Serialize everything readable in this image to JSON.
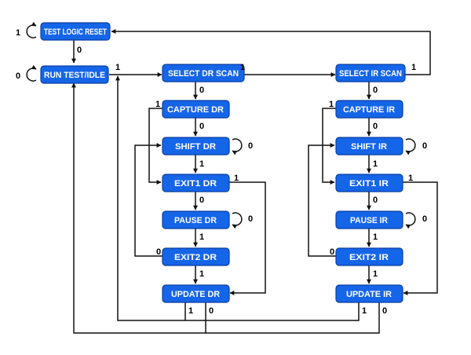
{
  "states": {
    "tlr": "TEST LOGIC RESET",
    "rti": "RUN TEST/IDLE",
    "sdr": "SELECT DR SCAN",
    "cdr": "CAPTURE DR",
    "shdr": "SHIFT DR",
    "e1dr": "EXIT1 DR",
    "pdr": "PAUSE DR",
    "e2dr": "EXIT2 DR",
    "udr": "UPDATE DR",
    "sir": "SELECT IR SCAN",
    "cir": "CAPTURE IR",
    "shir": "SHIFT IR",
    "e1ir": "EXIT1 IR",
    "pir": "PAUSE IR",
    "e2ir": "EXIT2 IR",
    "uir": "UPDATE IR"
  },
  "labels": {
    "tlr_self": "1",
    "tlr_rti": "0",
    "rti_self": "0",
    "rti_sdr": "1",
    "sdr_sir": "1",
    "sir_tlr": "1",
    "sdr_cdr": "0",
    "cdr_e1dr": "1",
    "cdr_shdr": "0",
    "shdr_self": "0",
    "shdr_e1dr": "1",
    "e1dr_udr": "1",
    "e1dr_pdr": "0",
    "pdr_self": "0",
    "pdr_e2dr": "1",
    "e2dr_shdr": "0",
    "e2dr_udr": "1",
    "udr_sdr": "1",
    "udr_rti": "0",
    "sir_cir": "0",
    "cir_e1ir": "1",
    "cir_shir": "0",
    "shir_self": "0",
    "shir_e1ir": "1",
    "e1ir_uir": "1",
    "e1ir_pir": "0",
    "pir_self": "0",
    "pir_e2ir": "1",
    "e2ir_shir": "0",
    "e2ir_uir": "1",
    "uir_sdr": "1",
    "uir_rti": "0"
  }
}
